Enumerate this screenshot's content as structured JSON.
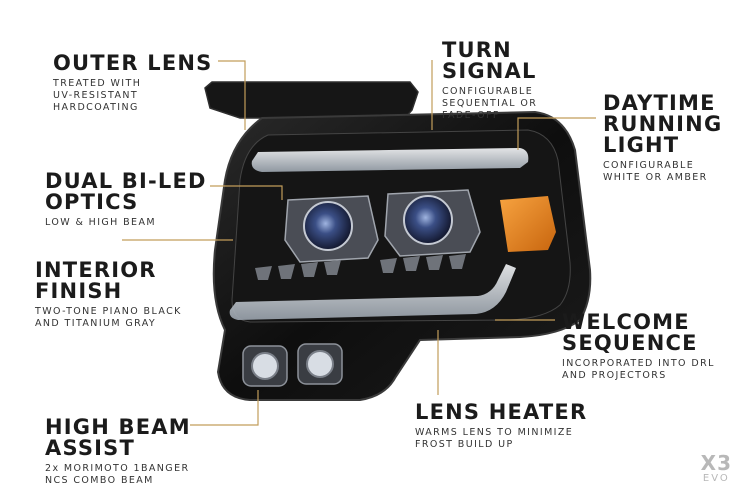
{
  "colors": {
    "leader": "#c29d5a",
    "housing": "#111111",
    "amber": "#e8861a",
    "lens_blue": "#2a3a6a",
    "drl_white": "#e8ecf0"
  },
  "callouts": {
    "outer_lens": {
      "title": "OUTER LENS",
      "desc": "TREATED WITH\nUV-RESISTANT\nHARDCOATING"
    },
    "turn_signal": {
      "title": "TURN\nSIGNAL",
      "desc": "CONFIGURABLE\nSEQUENTIAL OR\nFADE-OFF"
    },
    "drl": {
      "title": "DAYTIME\nRUNNING\nLIGHT",
      "desc": "CONFIGURABLE\nWHITE OR AMBER"
    },
    "optics": {
      "title": "DUAL BI-LED\nOPTICS",
      "desc": "LOW & HIGH BEAM"
    },
    "interior": {
      "title": "INTERIOR\nFINISH",
      "desc": "TWO-TONE PIANO BLACK\nAND TITANIUM GRAY"
    },
    "welcome": {
      "title": "WELCOME\nSEQUENCE",
      "desc": "INCORPORATED INTO DRL\nAND PROJECTORS"
    },
    "heater": {
      "title": "LENS HEATER",
      "desc": "WARMS LENS TO MINIMIZE\nFROST BUILD UP"
    },
    "high_beam": {
      "title": "HIGH BEAM\nASSIST",
      "desc": "2x MORIMOTO 1BANGER\nNCS COMBO BEAM"
    }
  },
  "logo": {
    "top": "X3",
    "bottom": "EVO"
  }
}
